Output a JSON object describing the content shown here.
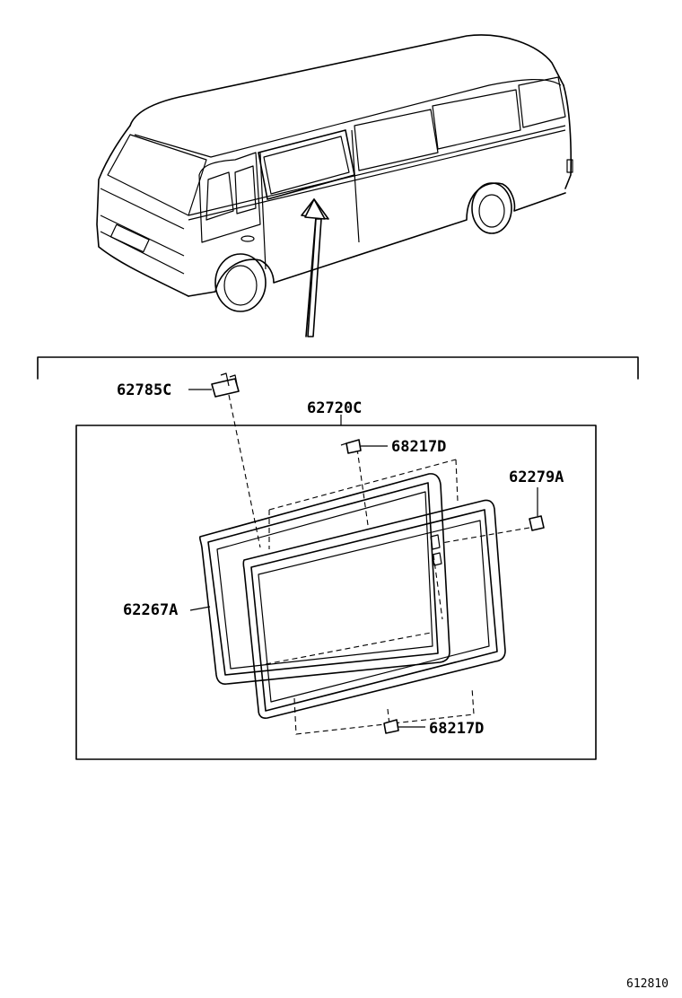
{
  "parts": {
    "p62785C": "62785C",
    "p62720C": "62720C",
    "p68217D_top": "68217D",
    "p62279A": "62279A",
    "p62267A": "62267A",
    "p68217D_bottom": "68217D"
  },
  "figure_code": "612810"
}
